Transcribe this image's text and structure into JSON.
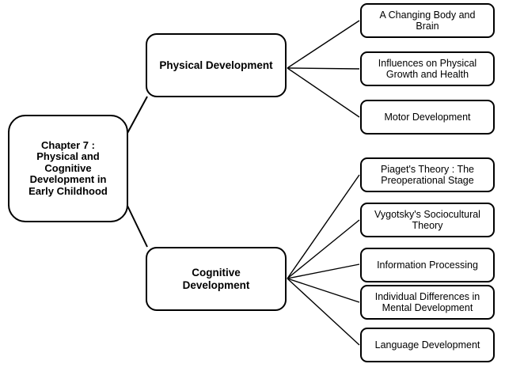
{
  "diagram": {
    "type": "mind-map",
    "root": {
      "label": "Chapter 7 :\nPhysical and\nCognitive\nDevelopment in\nEarly Childhood"
    },
    "branches": [
      {
        "id": "physical-development",
        "label": "Physical Development",
        "leaves": [
          {
            "id": "a-changing-body-and-brain",
            "label": "A Changing Body and\nBrain"
          },
          {
            "id": "influences-on-physical-growth-and-health",
            "label": "Influences on Physical\nGrowth and Health"
          },
          {
            "id": "motor-development",
            "label": "Motor Development"
          }
        ]
      },
      {
        "id": "cognitive-development",
        "label": "Cognitive\nDevelopment",
        "leaves": [
          {
            "id": "piagets-theory-the-preoperational-stage",
            "label": "Piaget's Theory : The\nPreoperational Stage"
          },
          {
            "id": "vygotskys-sociocultural-theory",
            "label": "Vygotsky's Sociocultural\nTheory"
          },
          {
            "id": "information-processing",
            "label": "Information Processing"
          },
          {
            "id": "individual-differences-in-mental-development",
            "label": "Individual Differences in\nMental Development"
          },
          {
            "id": "language-development",
            "label": "Language Development"
          }
        ]
      }
    ],
    "colors": {
      "background": "#ffffff",
      "node_fill": "#ffffff",
      "node_border": "#000000",
      "text": "#000000",
      "edge": "#000000"
    }
  }
}
